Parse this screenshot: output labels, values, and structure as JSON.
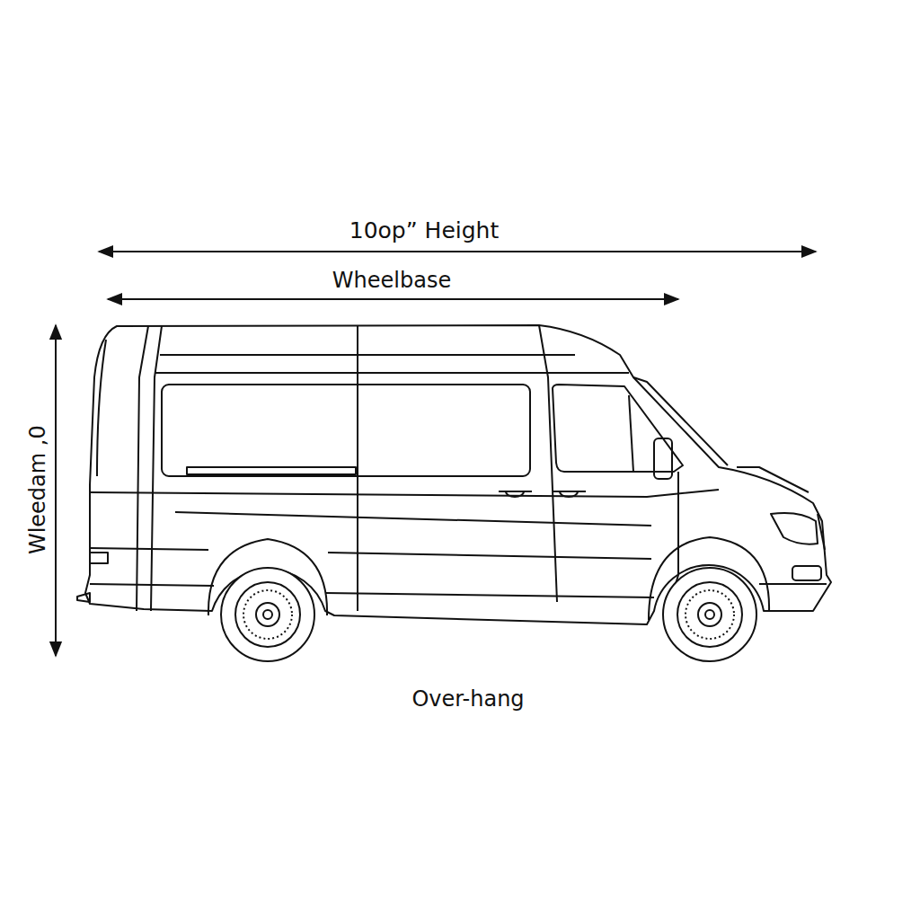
{
  "diagram": {
    "labels": [
      "10op” Height",
      "Wheelbase",
      "Wleedam ,0",
      "Over-hang"
    ]
  }
}
